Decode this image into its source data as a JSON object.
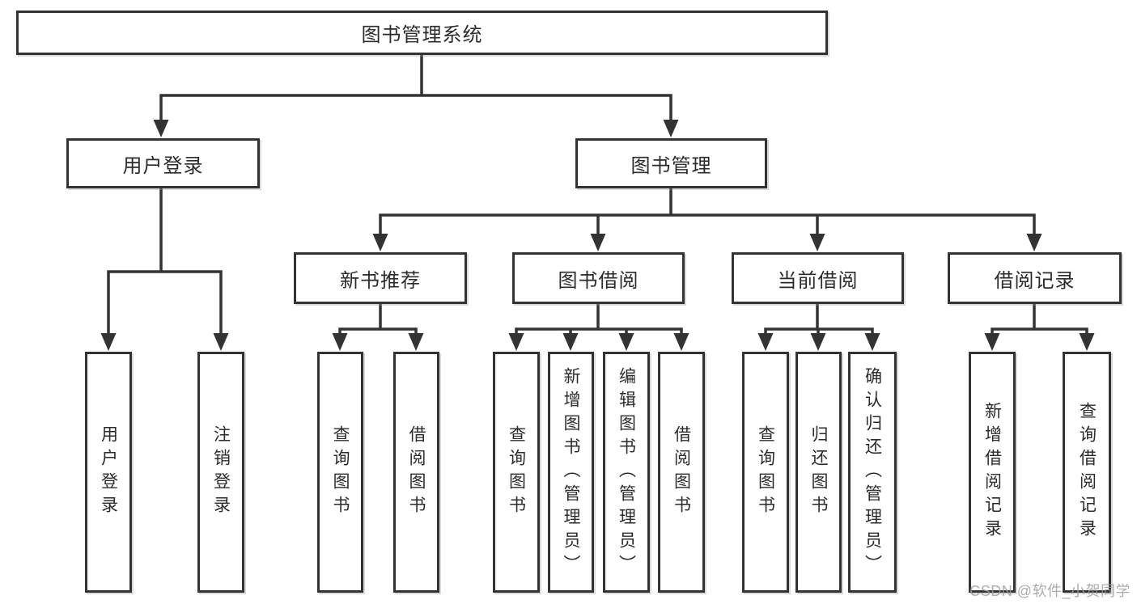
{
  "tree": {
    "label": "图书管理系统",
    "children": [
      {
        "label": "用户登录",
        "children": [
          {
            "label": "用户登录"
          },
          {
            "label": "注销登录"
          }
        ]
      },
      {
        "label": "图书管理",
        "children": [
          {
            "label": "新书推荐",
            "children": [
              {
                "label": "查询图书"
              },
              {
                "label": "借阅图书"
              }
            ]
          },
          {
            "label": "图书借阅",
            "children": [
              {
                "label": "查询图书"
              },
              {
                "label": "新增图书（管理员）"
              },
              {
                "label": "编辑图书（管理员）"
              },
              {
                "label": "借阅图书"
              }
            ]
          },
          {
            "label": "当前借阅",
            "children": [
              {
                "label": "查询图书"
              },
              {
                "label": "归还图书"
              },
              {
                "label": "确认归还（管理员）"
              }
            ]
          },
          {
            "label": "借阅记录",
            "children": [
              {
                "label": "新增借阅记录"
              },
              {
                "label": "查询借阅记录"
              }
            ]
          }
        ]
      }
    ]
  },
  "watermark": "CSDN @软件_小贺同学",
  "colors": {
    "line": "#333333",
    "box_border": "#333333",
    "box_bg": "#ffffff",
    "text": "#2b2b2b",
    "watermark": "#9e9e9e",
    "background": "#ffffff"
  }
}
